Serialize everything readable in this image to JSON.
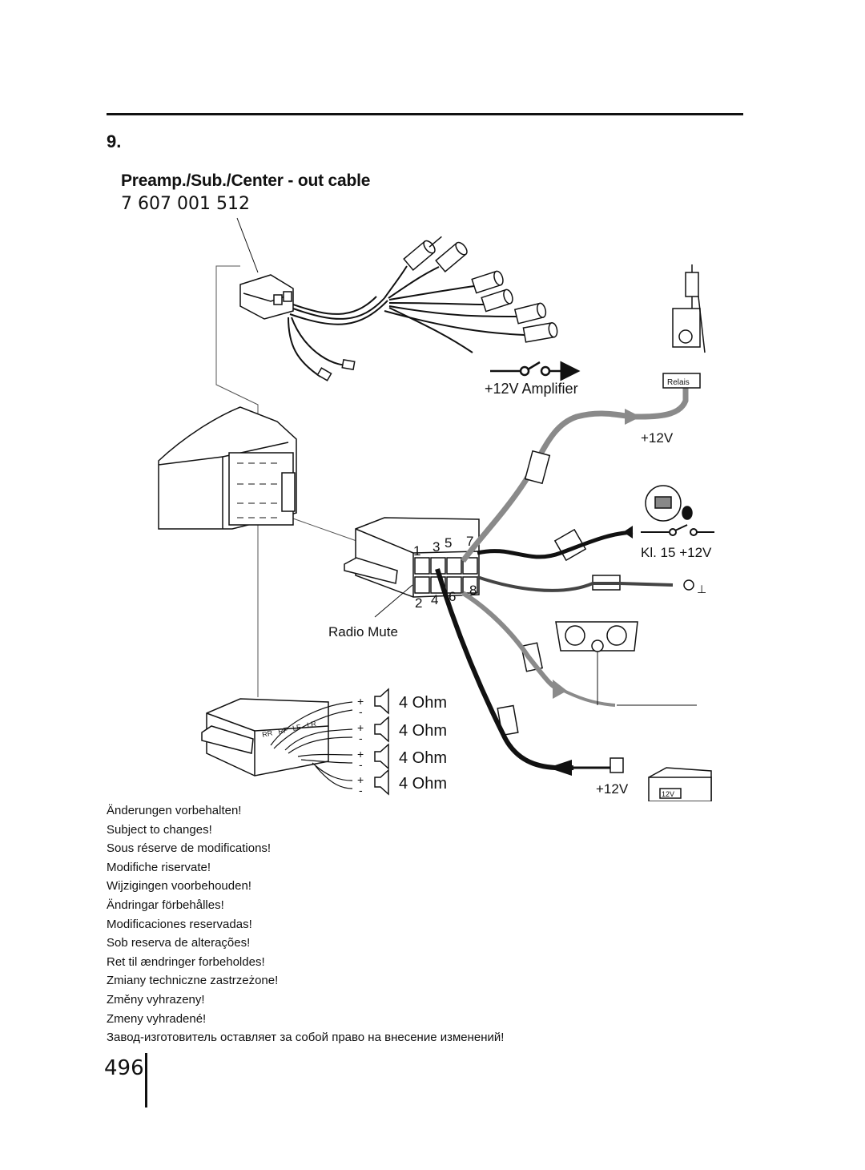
{
  "section": {
    "number": "9."
  },
  "header": {
    "title": "Preamp./Sub./Center - out cable",
    "part_number": "7 607 001 512"
  },
  "diagram": {
    "amplifier_label": "+12V Amplifier",
    "plus12v_top": "+12V",
    "relais_label": "Relais",
    "kl15_label": "Kl. 15 +12V",
    "radio_mute_label": "Radio Mute",
    "pins_top": [
      "1",
      "3",
      "5",
      "7"
    ],
    "pins_bottom": [
      "2",
      "4",
      "6",
      "8"
    ],
    "channel_labels": [
      "RR",
      "RF",
      "LF",
      "LR"
    ],
    "speakers": [
      {
        "plus": "+",
        "minus": "-",
        "impedance": "4 Ohm"
      },
      {
        "plus": "+",
        "minus": "-",
        "impedance": "4 Ohm"
      },
      {
        "plus": "+",
        "minus": "-",
        "impedance": "4 Ohm"
      },
      {
        "plus": "+",
        "minus": "-",
        "impedance": "4 Ohm"
      }
    ],
    "battery_plus": "+12V",
    "battery_label": "12V",
    "ground_symbol": "⊥"
  },
  "notes": [
    "Änderungen vorbehalten!",
    "Subject to changes!",
    "Sous réserve de modifications!",
    "Modifiche riservate!",
    "Wijzigingen voorbehouden!",
    "Ändringar förbehålles!",
    "Modificaciones reservadas!",
    "Sob reserva de alterações!",
    "Ret til ændringer forbeholdes!",
    "Zmiany techniczne zastrzeżone!",
    "Změny vyhrazeny!",
    "Zmeny vyhradené!",
    "Завод-изготовитель оставляет за собой право на внесение изменений!"
  ],
  "page_number": "496"
}
